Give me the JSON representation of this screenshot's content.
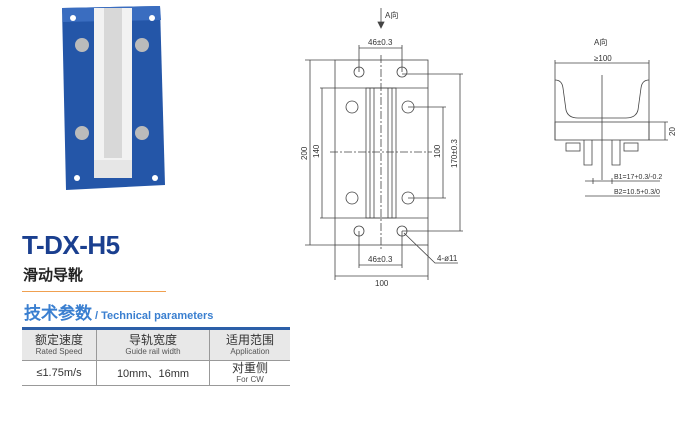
{
  "product": {
    "model": "T-DX-H5",
    "name_cn": "滑动导靴"
  },
  "section": {
    "title_cn": "技术参数",
    "title_en": "/ Technical parameters"
  },
  "table": {
    "headers": [
      {
        "cn": "额定速度",
        "en": "Rated Speed"
      },
      {
        "cn": "导轨宽度",
        "en": "Guide rail width"
      },
      {
        "cn": "适用范围",
        "en": "Application"
      }
    ],
    "row": {
      "speed": "≤1.75m/s",
      "rail_width": "10mm、16mm",
      "application_cn": "对重侧",
      "application_en": "For CW"
    }
  },
  "drawing_front": {
    "view_label": "A向",
    "dim_top": "46±0.3",
    "dim_bottom": "46±0.3",
    "dim_width": "100",
    "dim_height": "200",
    "dim_inner": "140",
    "dim_holes": "100",
    "dim_outer_holes": "170±0.3",
    "hole_note": "4-ø11"
  },
  "drawing_side": {
    "view_label": "A向",
    "dim_width": "≥100",
    "dim_height": "20",
    "b1": "B1=17+0.3/-0.2",
    "b2": "B2=10.5+0.3/0"
  },
  "colors": {
    "title": "#1a3f8f",
    "section": "#3a7fd0",
    "plate": "#2456a8",
    "accent_rule": "#f0a050"
  }
}
